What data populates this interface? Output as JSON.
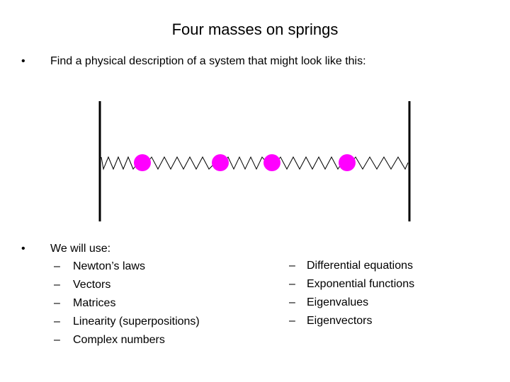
{
  "slide": {
    "title": "Four masses on springs",
    "bullet_char": "•",
    "dash_char": "–",
    "bullet1": "Find a physical description of a system that might look like this:",
    "bullet2": "We will use:",
    "left_items": [
      "Newton’s laws",
      "Vectors",
      "Matrices",
      "Linearity (superpositions)",
      "Complex numbers"
    ],
    "right_items": [
      "Differential equations",
      "Exponential functions",
      "Eigenvalues",
      "Eigenvectors"
    ]
  },
  "diagram": {
    "mass_color": "#ff00ff",
    "wall_color": "#000000",
    "spring_color": "#000000",
    "mass_count": 4
  }
}
